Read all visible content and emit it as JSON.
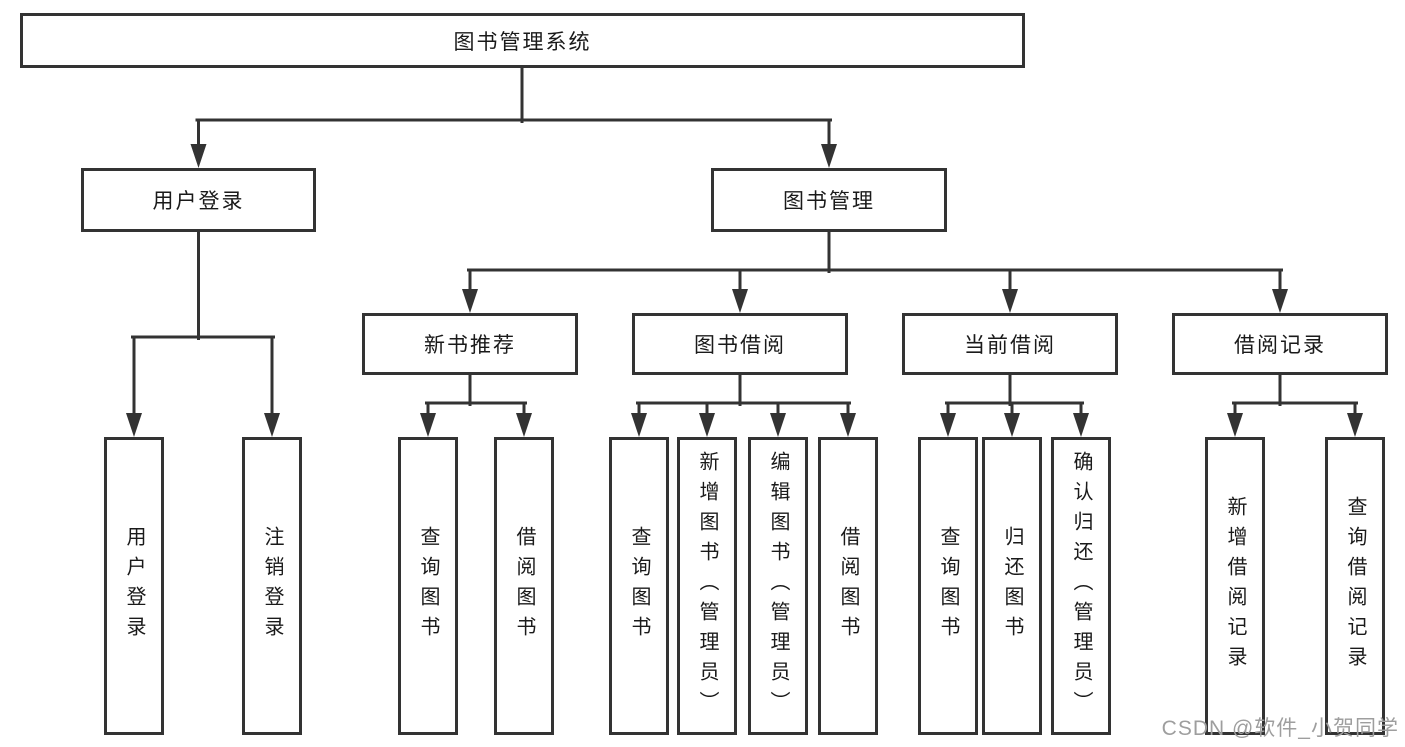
{
  "tree": {
    "label": "图书管理系统",
    "children": [
      {
        "label": "用户登录",
        "children": [
          {
            "label": "用户登录"
          },
          {
            "label": "注销登录"
          }
        ]
      },
      {
        "label": "图书管理",
        "children": [
          {
            "label": "新书推荐",
            "children": [
              {
                "label": "查询图书"
              },
              {
                "label": "借阅图书"
              }
            ]
          },
          {
            "label": "图书借阅",
            "children": [
              {
                "label": "查询图书"
              },
              {
                "label": "新增图书（管理员）"
              },
              {
                "label": "编辑图书（管理员）"
              },
              {
                "label": "借阅图书"
              }
            ]
          },
          {
            "label": "当前借阅",
            "children": [
              {
                "label": "查询图书"
              },
              {
                "label": "归还图书"
              },
              {
                "label": "确认归还（管理员）"
              }
            ]
          },
          {
            "label": "借阅记录",
            "children": [
              {
                "label": "新增借阅记录"
              },
              {
                "label": "查询借阅记录"
              }
            ]
          }
        ]
      }
    ]
  },
  "watermark": {
    "text": "CSDN @软件_小贺同学"
  },
  "colors": {
    "line": "#333333",
    "box_border": "#333333",
    "text": "#1a1a1a",
    "background": "#ffffff",
    "watermark": "#9e9e9e"
  }
}
